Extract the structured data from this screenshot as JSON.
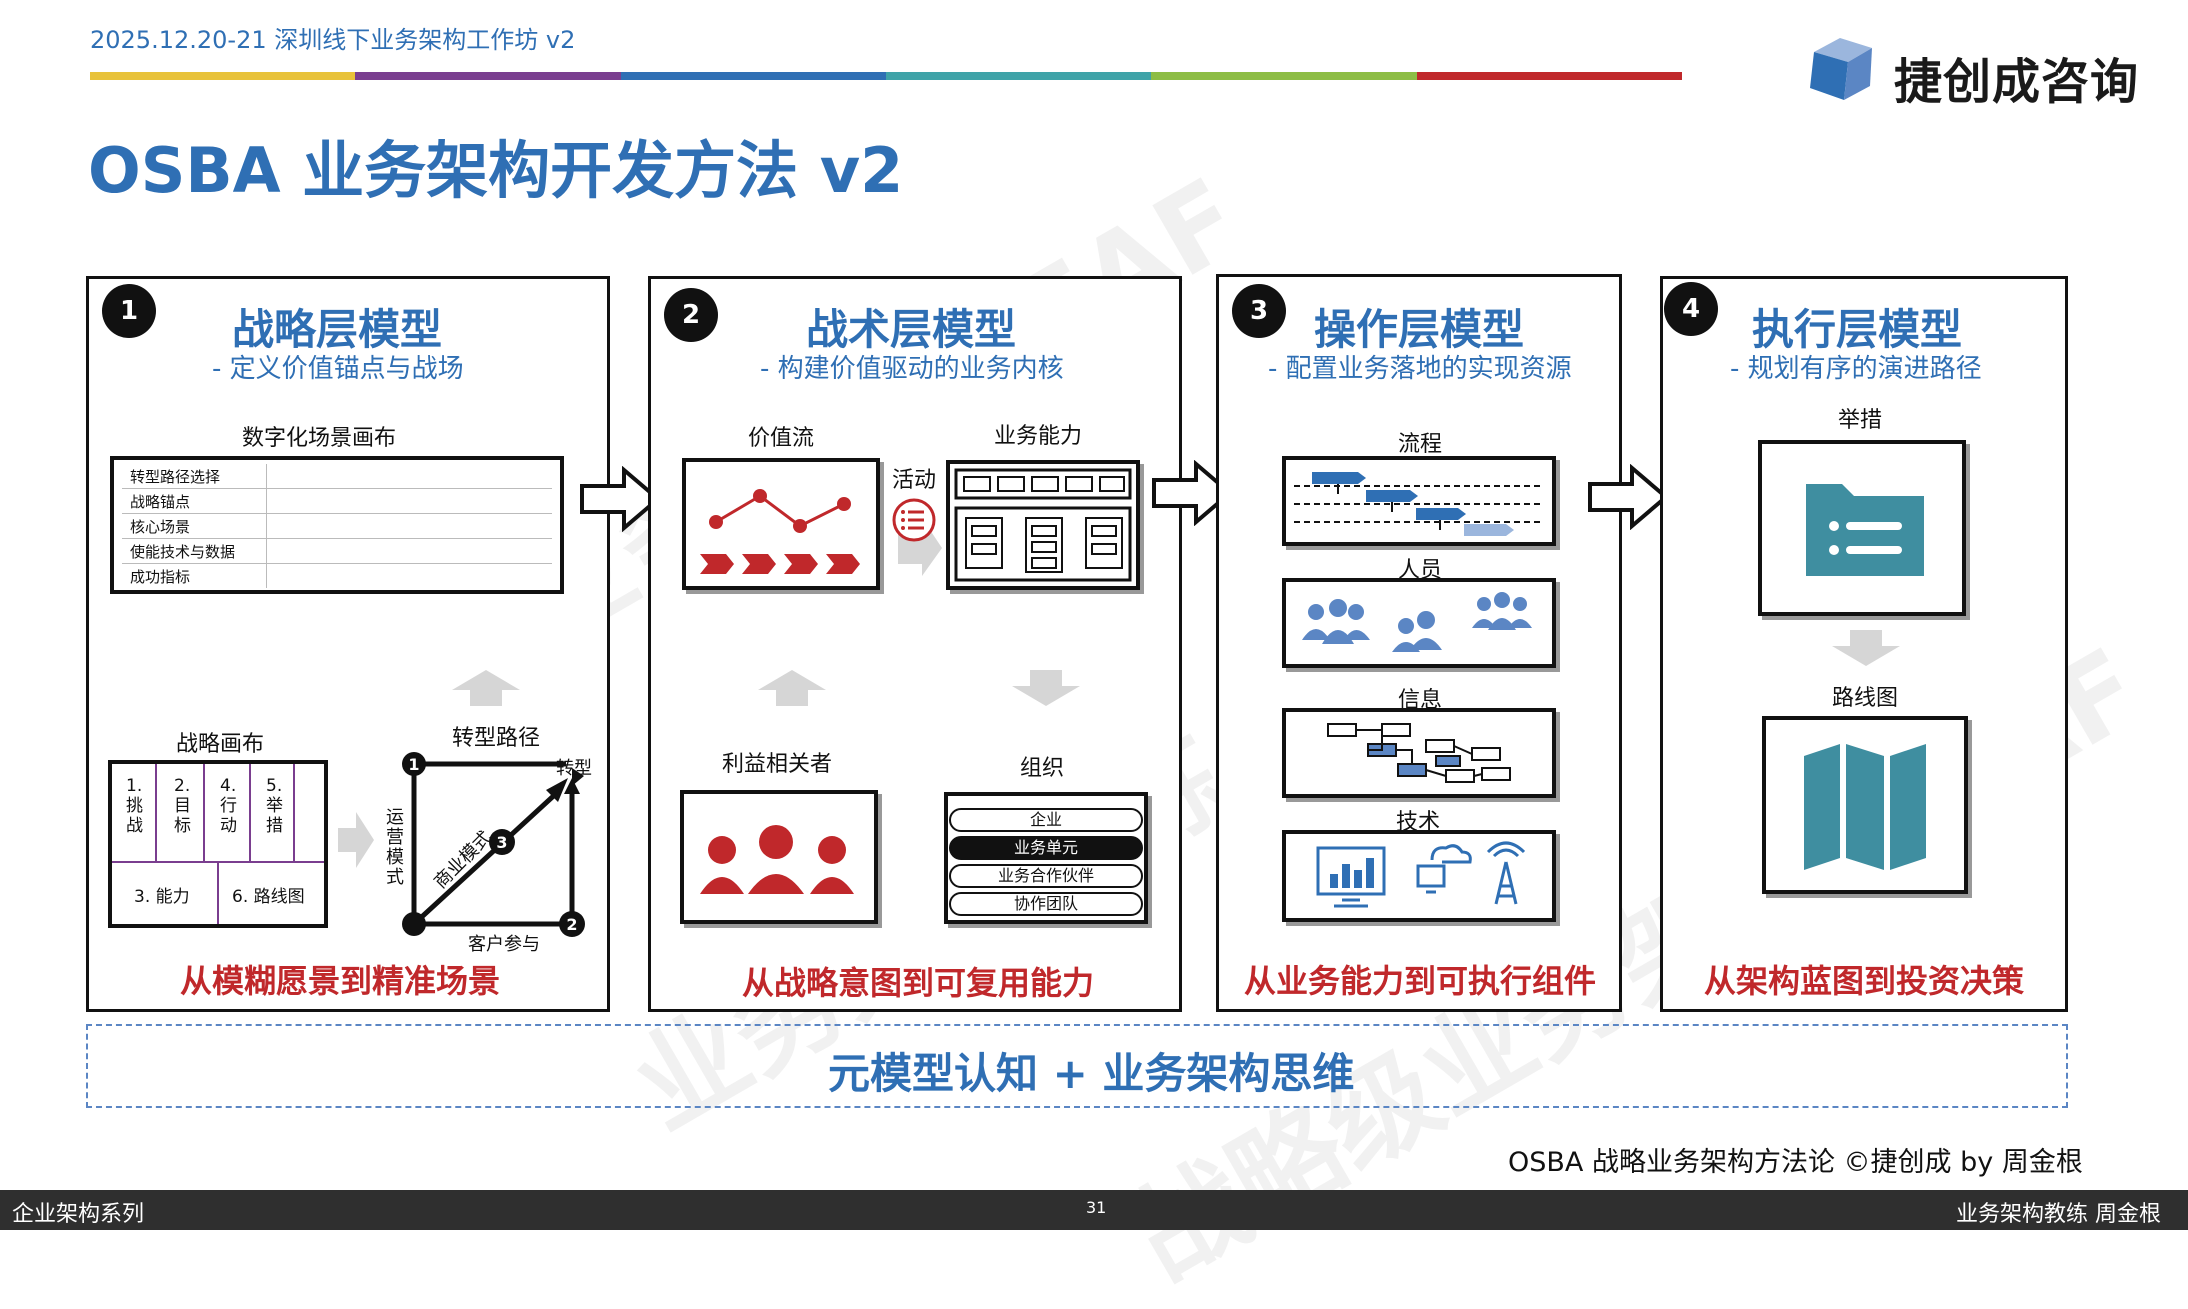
{
  "header": {
    "date_title": "2025.12.20-21 深圳线下业务架构工作坊 v2",
    "brand": "捷创成咨询",
    "stripe_colors": [
      "#e8c23a",
      "#7a3e8f",
      "#2f6fb4",
      "#3fa3a8",
      "#8dbd45",
      "#c0282b"
    ]
  },
  "title": "OSBA 业务架构开发方法 v2",
  "watermark": {
    "text1": "战略级业务架构 OEAF",
    "text2": "业务架构教练 周金根",
    "text3": "战略级业务架构 OEAF"
  },
  "panels": [
    {
      "num": "1",
      "title": "战略层模型",
      "subtitle": "- 定义价值锚点与战场",
      "canvas_label": "数字化场景画布",
      "canvas_rows": [
        "转型路径选择",
        "战略锚点",
        "核心场景",
        "使能技术与数据",
        "成功指标"
      ],
      "strategy_canvas_label": "战略画布",
      "strategy_cells": [
        "1.\n挑\n战",
        "2.\n目\n标",
        "4.\n行\n动",
        "5.\n举\n措",
        "3. 能力",
        "6. 路线图"
      ],
      "transform_label": "转型路径",
      "transform_target": "转型",
      "ops_label": "运\n营\n模\n式",
      "business_model_label": "商业模式",
      "customer_label": "客户参与",
      "nodes": [
        "1",
        "2",
        "3"
      ],
      "slogan": "从模糊愿景到精准场景"
    },
    {
      "num": "2",
      "title": "战术层模型",
      "subtitle": "- 构建价值驱动的业务内核",
      "value_stream_label": "价值流",
      "capability_label": "业务能力",
      "activity_label": "活动",
      "stakeholder_label": "利益相关者",
      "org_label": "组织",
      "org_items": [
        "企业",
        "业务单元",
        "业务合作伙伴",
        "协作团队"
      ],
      "slogan": "从战略意图到可复用能力"
    },
    {
      "num": "3",
      "title": "操作层模型",
      "subtitle": "- 配置业务落地的实现资源",
      "process_label": "流程",
      "people_label": "人员",
      "info_label": "信息",
      "tech_label": "技术",
      "slogan": "从业务能力到可执行组件"
    },
    {
      "num": "4",
      "title": "执行层模型",
      "subtitle": "- 规划有序的演进路径",
      "initiative_label": "举措",
      "roadmap_label": "路线图",
      "slogan": "从架构蓝图到投资决策"
    }
  ],
  "foundation": "元模型认知 + 业务架构思维",
  "copyright": "OSBA 战略业务架构方法论 ©捷创成 by 周金根",
  "footer": {
    "left": "企业架构系列",
    "page": "31",
    "right": "业务架构教练 周金根"
  }
}
